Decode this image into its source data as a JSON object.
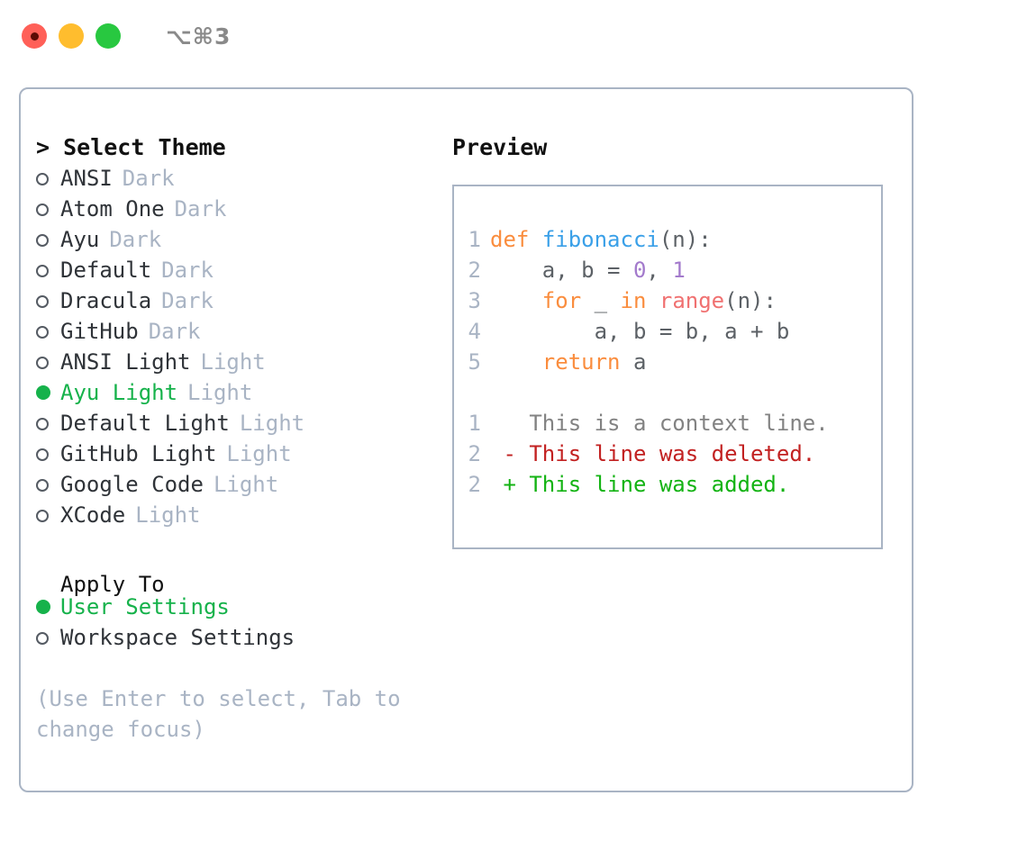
{
  "window": {
    "shortcut": "⌥⌘3",
    "buttons": [
      {
        "name": "close",
        "color": "#ff6058"
      },
      {
        "name": "minimize",
        "color": "#ffbd2e"
      },
      {
        "name": "maximize",
        "color": "#28c840"
      }
    ]
  },
  "menu": {
    "title": "> Select Theme",
    "options": [
      {
        "marker": "o",
        "selected": false,
        "label": "ANSI",
        "tag": "Dark"
      },
      {
        "marker": "o",
        "selected": false,
        "label": "Atom One",
        "tag": "Dark"
      },
      {
        "marker": "o",
        "selected": false,
        "label": "Ayu",
        "tag": "Dark"
      },
      {
        "marker": "o",
        "selected": false,
        "label": "Default",
        "tag": "Dark"
      },
      {
        "marker": "o",
        "selected": false,
        "label": "Dracula",
        "tag": "Dark"
      },
      {
        "marker": "o",
        "selected": false,
        "label": "GitHub",
        "tag": "Dark"
      },
      {
        "marker": "o",
        "selected": false,
        "label": "ANSI Light",
        "tag": "Light"
      },
      {
        "marker": "●",
        "selected": true,
        "label": "Ayu Light",
        "tag": "Light"
      },
      {
        "marker": "o",
        "selected": false,
        "label": "Default Light",
        "tag": "Light"
      },
      {
        "marker": "o",
        "selected": false,
        "label": "GitHub Light",
        "tag": "Light"
      },
      {
        "marker": "o",
        "selected": false,
        "label": "Google Code",
        "tag": "Light"
      },
      {
        "marker": "o",
        "selected": false,
        "label": "XCode",
        "tag": "Light"
      }
    ]
  },
  "apply_to": {
    "title": "Apply To",
    "options": [
      {
        "marker": "●",
        "selected": true,
        "label": "User Settings"
      },
      {
        "marker": "o",
        "selected": false,
        "label": "Workspace Settings"
      }
    ]
  },
  "hint": "(Use Enter to select, Tab to change focus)",
  "preview": {
    "title": "Preview",
    "code_lines": [
      {
        "num": "1",
        "tokens": [
          {
            "t": "def",
            "c": "kw"
          },
          {
            "t": " ",
            "c": "pl"
          },
          {
            "t": "fibonacci",
            "c": "fn"
          },
          {
            "t": "(n):",
            "c": "pl"
          }
        ]
      },
      {
        "num": "2",
        "tokens": [
          {
            "t": "    a, b = ",
            "c": "pl"
          },
          {
            "t": "0",
            "c": "num"
          },
          {
            "t": ", ",
            "c": "pl"
          },
          {
            "t": "1",
            "c": "num"
          }
        ]
      },
      {
        "num": "3",
        "tokens": [
          {
            "t": "    ",
            "c": "pl"
          },
          {
            "t": "for",
            "c": "kw"
          },
          {
            "t": " _ ",
            "c": "pl"
          },
          {
            "t": "in",
            "c": "kw"
          },
          {
            "t": " ",
            "c": "pl"
          },
          {
            "t": "range",
            "c": "bi"
          },
          {
            "t": "(n):",
            "c": "pl"
          }
        ]
      },
      {
        "num": "4",
        "tokens": [
          {
            "t": "        a, b = b, a + b",
            "c": "pl"
          }
        ]
      },
      {
        "num": "5",
        "tokens": [
          {
            "t": "    ",
            "c": "pl"
          },
          {
            "t": "return",
            "c": "kw"
          },
          {
            "t": " a",
            "c": "pl"
          }
        ]
      }
    ],
    "diff_lines": [
      {
        "num": "1",
        "tokens": [
          {
            "t": "   This is a context line.",
            "c": "ctx"
          }
        ]
      },
      {
        "num": "2",
        "tokens": [
          {
            "t": " - This line was deleted.",
            "c": "del"
          }
        ]
      },
      {
        "num": "2",
        "tokens": [
          {
            "t": " + This line was added.",
            "c": "add"
          }
        ]
      }
    ]
  },
  "colors": {
    "border": "#a9b4c4",
    "accent_green": "#16b24b",
    "muted": "#a9b4c4",
    "keyword": "#fa8d3e",
    "function": "#3aa0e8",
    "number": "#a37acc",
    "builtin": "#f07171",
    "plain": "#5c6166",
    "diff_context": "#828282",
    "diff_deleted": "#c22121",
    "diff_added": "#13b313"
  }
}
